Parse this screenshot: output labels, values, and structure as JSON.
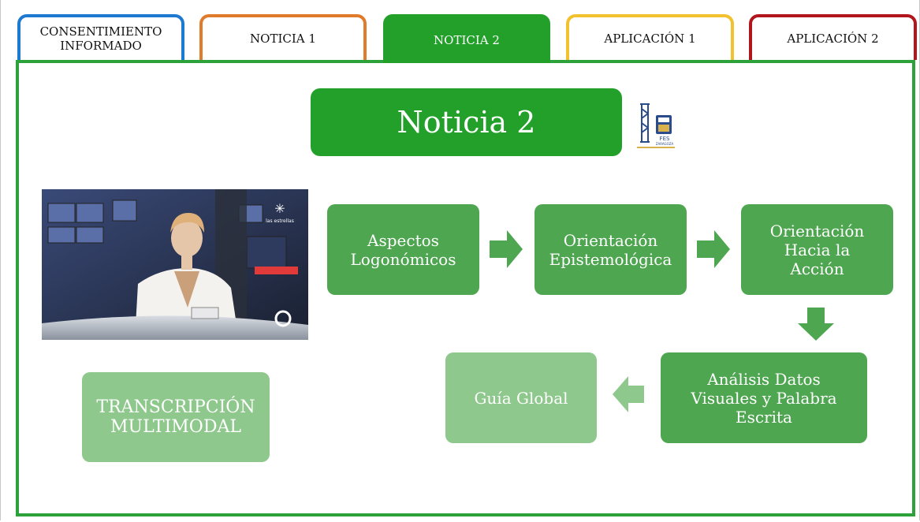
{
  "tabs": [
    {
      "label_line1": "CONSENTIMIENTO",
      "label_line2": "INFORMADO"
    },
    {
      "label": "NOTICIA 1"
    },
    {
      "label": "NOTICIA 2"
    },
    {
      "label": "APLICACIÓN 1"
    },
    {
      "label": "APLICACIÓN 2"
    }
  ],
  "title": "Noticia 2",
  "logo": {
    "text": "FES",
    "subtext": "ZARAGOZA"
  },
  "video": {
    "channel_logo": "las estrellas"
  },
  "flow": {
    "step1": "Aspectos Logonómicos",
    "step2": "Orientación Epistemológica",
    "step3": "Orientación Hacia la Acción",
    "step4": "Análisis Datos Visuales y Palabra Escrita",
    "step5": "Guía Global"
  },
  "transcription_button": "TRANSCRIPCIÓN MULTIMODAL",
  "colors": {
    "accent_green": "#22a02a",
    "flow_dark": "#4fa651",
    "flow_light": "#8ec88c",
    "tab_blue": "#1e7ad0",
    "tab_orange": "#e07b2c",
    "tab_yellow": "#f2c12e",
    "tab_red": "#b0161c"
  }
}
